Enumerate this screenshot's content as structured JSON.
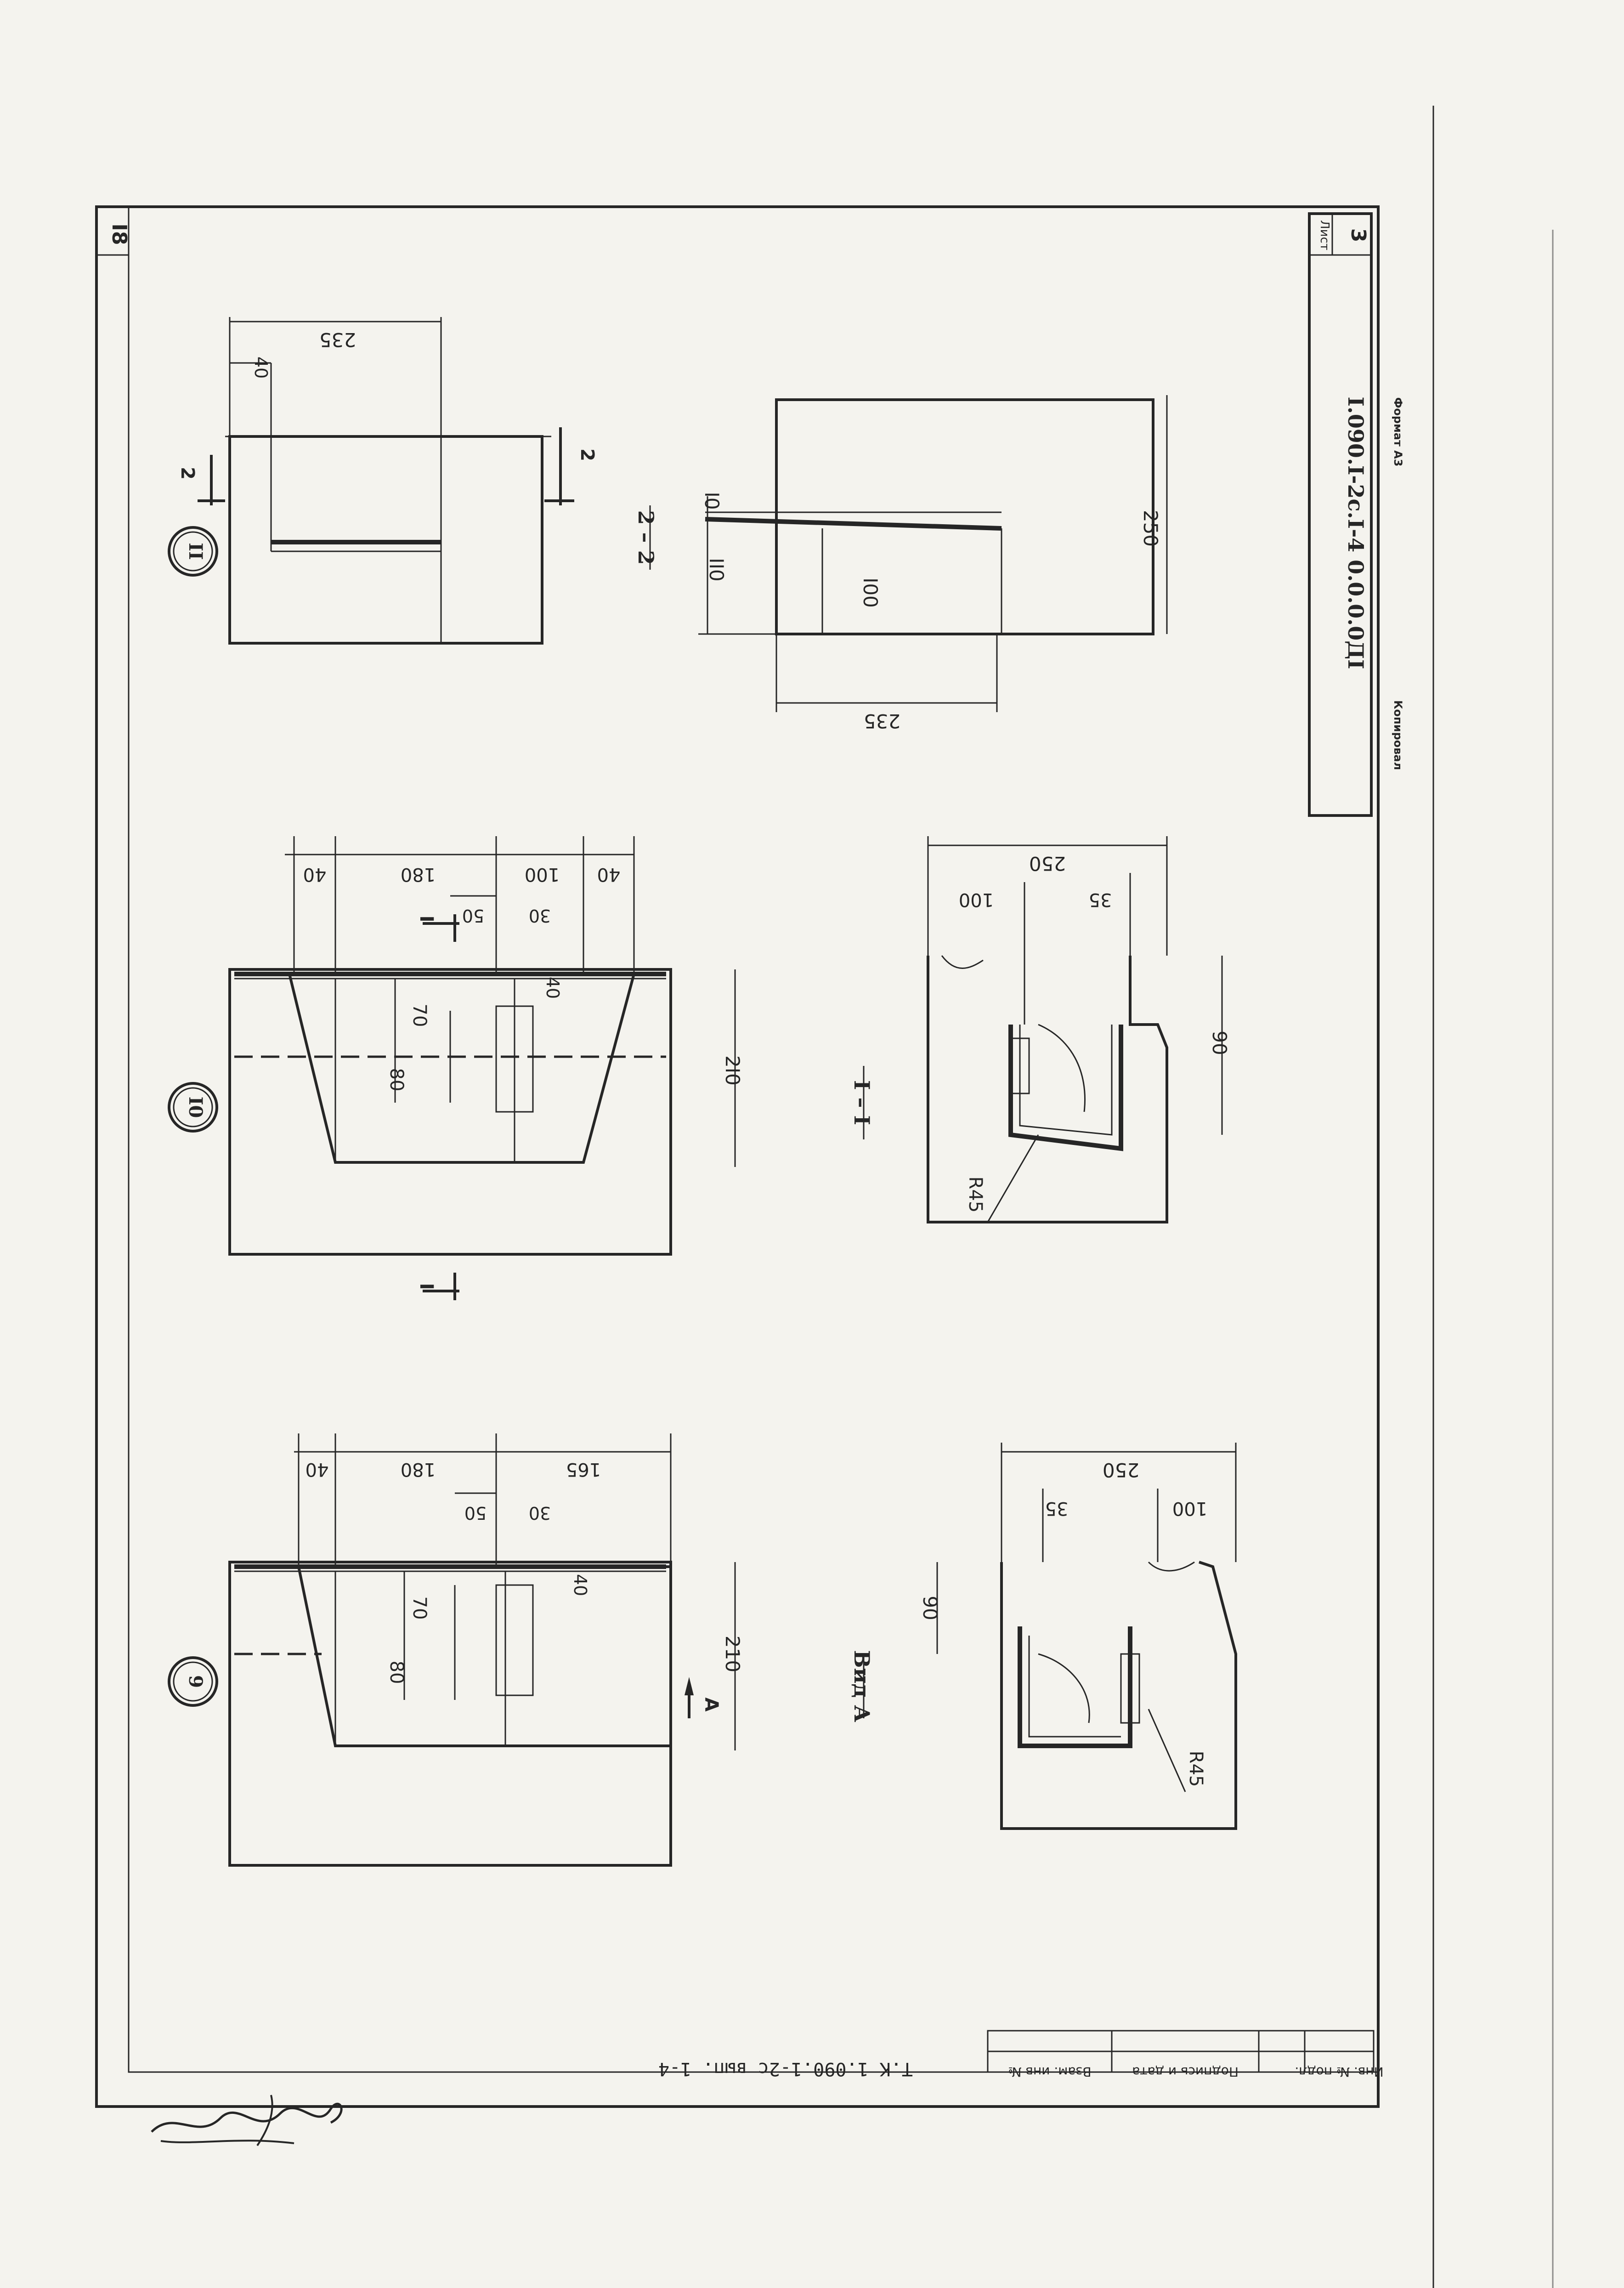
{
  "sheet": {
    "page_number": "I8",
    "list_label": "Лист",
    "list_number": "3",
    "doc_code": "I.090.I-2c.I-4 0.0.0.0ДI",
    "bottom_left_note": "Копировал",
    "bottom_right_note": "Формат А3",
    "bottom_series": "Т.К  1.090.1-2с  вып. 1-4",
    "stamp_cells": [
      "Инв. № подл.",
      "Подпись и дата",
      "Взам. инв №",
      ""
    ],
    "signature": "Вайбенш"
  },
  "details": {
    "detail_9": {
      "marker": "9",
      "dims": [
        "40",
        "180",
        "50",
        "30",
        "165",
        "40",
        "70",
        "80",
        "210"
      ],
      "view_arrow": "A"
    },
    "detail_10": {
      "marker": "I0",
      "dims": [
        "40",
        "180",
        "50",
        "100",
        "30",
        "40",
        "40",
        "70",
        "80",
        "2I0"
      ],
      "section_mark": "I"
    },
    "detail_11": {
      "marker": "II",
      "dims": [
        "235",
        "40"
      ],
      "section_mark": "2"
    }
  },
  "sections": {
    "view_a": {
      "title": "Вид А",
      "dims": [
        "250",
        "35",
        "100",
        "90"
      ],
      "radius": "R45"
    },
    "section_1_1": {
      "title": "I – I",
      "dims": [
        "250",
        "100",
        "35",
        "90"
      ],
      "radius": "R45"
    },
    "section_2_2": {
      "title": "2 – 2",
      "dims": [
        "II0",
        "I0",
        "I00",
        "235",
        "250"
      ]
    }
  }
}
